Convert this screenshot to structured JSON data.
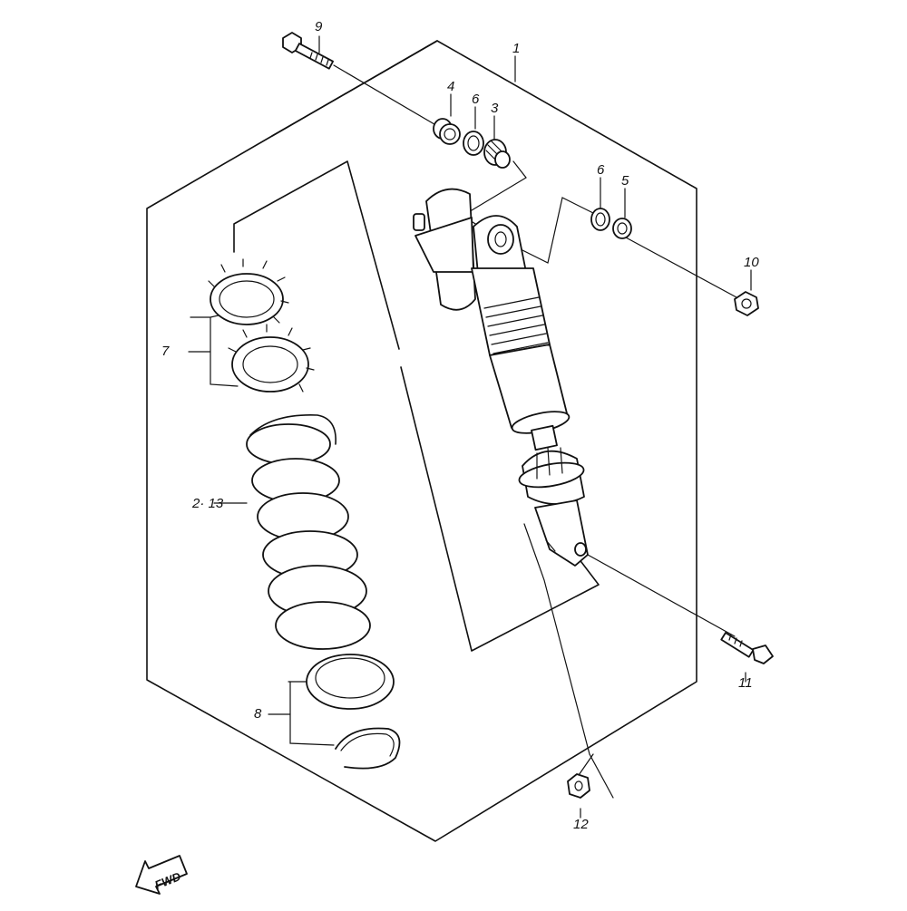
{
  "diagram": {
    "callouts": [
      {
        "id": "c1",
        "label": "1"
      },
      {
        "id": "c2",
        "label": "2· 13"
      },
      {
        "id": "c3",
        "label": "3"
      },
      {
        "id": "c4",
        "label": "4"
      },
      {
        "id": "c5",
        "label": "5"
      },
      {
        "id": "c6a",
        "label": "6"
      },
      {
        "id": "c6b",
        "label": "6"
      },
      {
        "id": "c7",
        "label": "7"
      },
      {
        "id": "c8",
        "label": "8"
      },
      {
        "id": "c9",
        "label": "9"
      },
      {
        "id": "c10",
        "label": "10"
      },
      {
        "id": "c11",
        "label": "11"
      },
      {
        "id": "c12",
        "label": "12"
      }
    ],
    "direction_label": "FWD"
  }
}
